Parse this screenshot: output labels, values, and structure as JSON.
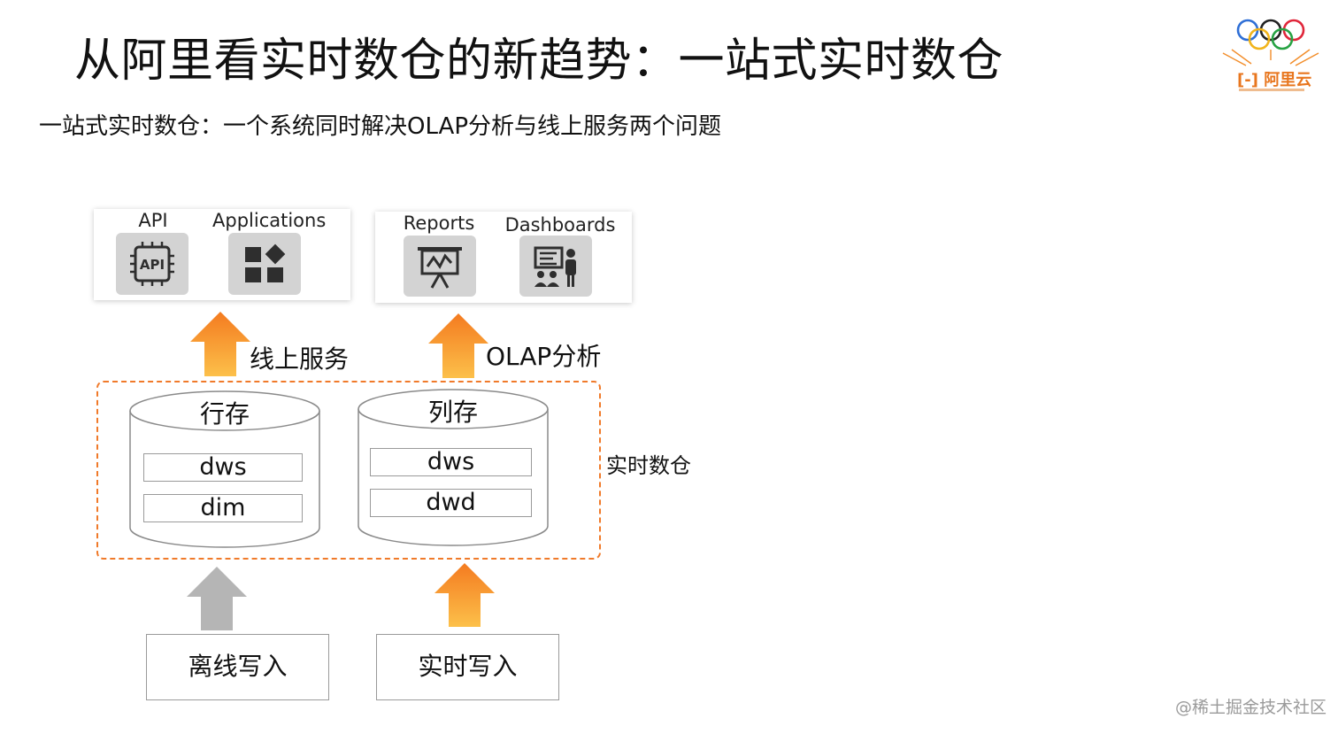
{
  "title": "从阿里看实时数仓的新趋势：一站式实时数仓",
  "subtitle": "一站式实时数仓：一个系统同时解决OLAP分析与线上服务两个问题",
  "top_left_card": {
    "items": [
      {
        "label": "API",
        "icon": "api-chip-icon"
      },
      {
        "label": "Applications",
        "icon": "apps-grid-icon"
      }
    ]
  },
  "top_right_card": {
    "items": [
      {
        "label": "Reports",
        "icon": "presentation-board-icon"
      },
      {
        "label": "Dashboards",
        "icon": "dashboard-presenter-icon"
      }
    ]
  },
  "arrows": {
    "online_service": "线上服务",
    "olap": "OLAP分析"
  },
  "warehouse": {
    "label": "实时数仓",
    "row_store": {
      "name": "行存",
      "layers": [
        "dws",
        "dim"
      ]
    },
    "column_store": {
      "name": "列存",
      "layers": [
        "dws",
        "dwd"
      ]
    }
  },
  "sources": {
    "offline": "离线写入",
    "realtime": "实时写入"
  },
  "logo": {
    "text": "阿里云",
    "mark": "[-]"
  },
  "watermark": "@稀土掘金技术社区",
  "colors": {
    "orange": "#f7931e",
    "orange_light": "#fcc04a",
    "gray_arrow": "#b5b5b5",
    "dash": "#f07a2a",
    "icon_tile": "#d3d3d3",
    "icon_dark": "#2e2e2e"
  }
}
